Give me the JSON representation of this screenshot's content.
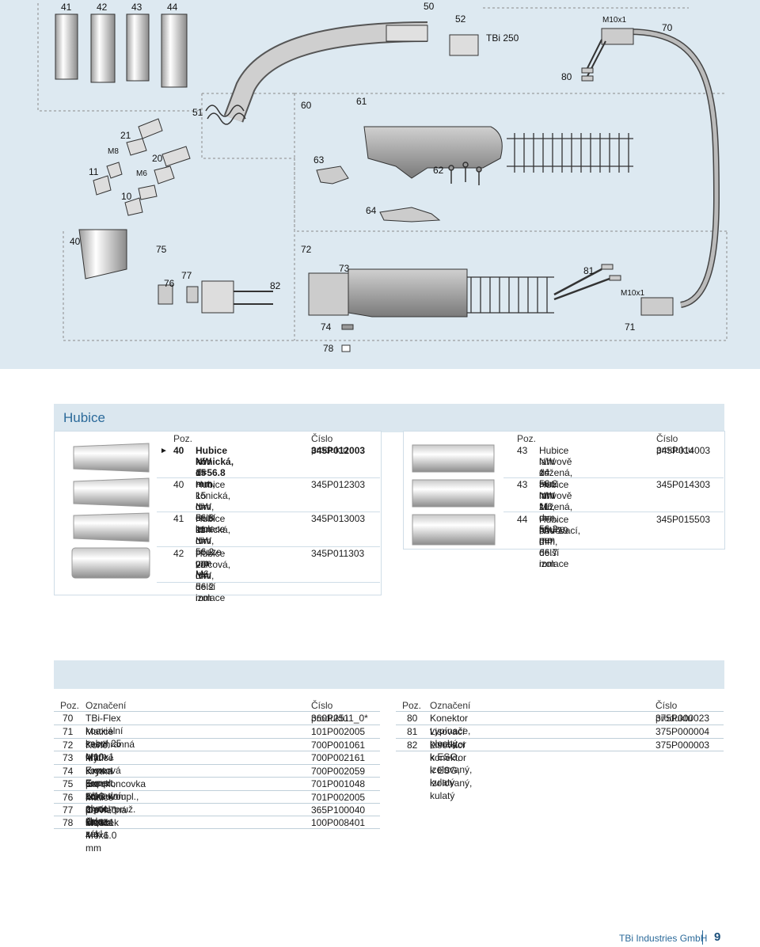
{
  "diagram": {
    "callouts": [
      "41",
      "42",
      "43",
      "44",
      "50",
      "52",
      "70",
      "80",
      "51",
      "60",
      "61",
      "21",
      "20",
      "11",
      "10",
      "63",
      "62",
      "64",
      "40",
      "75",
      "72",
      "73",
      "77",
      "76",
      "82",
      "81",
      "71",
      "74",
      "78"
    ],
    "thread_labels": {
      "m8": "M8",
      "m6": "M6",
      "m10_top": "M10x1",
      "m10_bottom": "M10x1"
    },
    "model_label": "TBi 250"
  },
  "section": {
    "title": "Hubice"
  },
  "left_table": {
    "header": {
      "pos": "Poz.",
      "code": "Číslo produktu"
    },
    "rows": [
      {
        "pos": "40",
        "desc": [
          "Hubice kónická,",
          "NW 15 mm,",
          "d=56.8 mm"
        ],
        "code": "345P012003",
        "bold": true
      },
      {
        "pos": "40",
        "desc": [
          "Hubice kónická, NW",
          "15 mm, delší izolace",
          "d= 56.8 mm"
        ],
        "code": "345P012303",
        "bold": false
      },
      {
        "pos": "41",
        "desc": [
          "Hubice kónická, NW",
          "11 mm, pouze pro M6",
          "d= 56.2 mm"
        ],
        "code": "345P013003",
        "bold": false
      },
      {
        "pos": "42",
        "desc": [
          "Hubice válcová, NW",
          "20 mm, delší izolace",
          "d= 56.2 mm"
        ],
        "code": "345P011303",
        "bold": false
      }
    ],
    "marker": "►"
  },
  "right_table": {
    "header": {
      "pos": "Poz.",
      "code": "Číslo produktu"
    },
    "rows": [
      {
        "pos": "43",
        "desc": [
          "Hubice lahvově zúžená,",
          "NW 14 mm",
          "d= 56.2 mm"
        ],
        "code": "345P014003"
      },
      {
        "pos": "43",
        "desc": [
          "Hubice lahvově zúžená,",
          "NW 11 mm, pouze pro",
          "M6, d= 56.2 mm"
        ],
        "code": "345P014303"
      },
      {
        "pos": "44",
        "desc": [
          "Hubice bodovací,",
          "NW 19 mm, delší izolace",
          "d= 66.7 mm"
        ],
        "code": "345P015503"
      }
    ]
  },
  "parts_left": {
    "header": {
      "pos": "Poz.",
      "desc": "Označení",
      "code": "Číslo produktu"
    },
    "rows": [
      {
        "pos": "70",
        "desc": "TBi-Flex koaxiální kabel 25 qmm",
        "code": "360P2511_0*"
      },
      {
        "pos": "71",
        "desc": "Matice šestihranná M10x1",
        "code": "101P002005"
      },
      {
        "pos": "72",
        "desc": "Konc. kryt Expert kompl. pro plynem chlaz., zákl.",
        "code": "700P001061"
      },
      {
        "pos": "73",
        "desc": "Matice koncová Expert, základní",
        "code": "700P002161"
      },
      {
        "pos": "74",
        "desc": "Krytka pro koncovou matici Expert",
        "code": "700P002059"
      },
      {
        "pos": "75",
        "desc": "Eurokoncovka ESG kompl., 2-pól., pruž. kont.",
        "code": "701P001048"
      },
      {
        "pos": "76",
        "desc": "Matice převlečná M10x1",
        "code": "701P002005"
      },
      {
        "pos": "77",
        "desc": "O-kroužek 4.0x1.0 mm",
        "code": "365P100040"
      },
      {
        "pos": "78",
        "desc": "Šroub M4x6",
        "code": "100P008401"
      }
    ]
  },
  "parts_right": {
    "header": {
      "pos": "Poz.",
      "desc": "Označení",
      "code": "Číslo produktu"
    },
    "rows": [
      {
        "pos": "80",
        "desc": "Konektor vypínače, plochý",
        "code": "375P000023"
      },
      {
        "pos": "81",
        "desc": "Lisovací konektor k ESG, izolovaný, kulatý",
        "code": "375P000004"
      },
      {
        "pos": "82",
        "desc": "Lisovací konektor k ESG, izolovaný, kulatý",
        "code": "375P000003"
      }
    ]
  },
  "footer": {
    "company": "TBi Industries GmbH",
    "page": "9"
  }
}
